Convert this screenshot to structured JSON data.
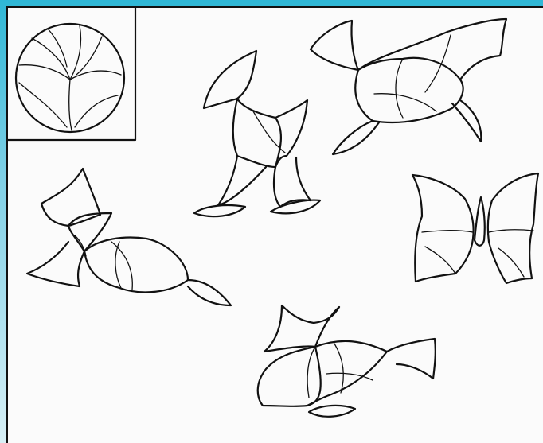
{
  "worksheet": {
    "background_top": "#2fb7d6",
    "background_bottom": "#d8f0f6",
    "paper_color": "#fbfbfb",
    "line_color": "#111111"
  },
  "figures": [
    {
      "name": "circle-pattern-key"
    },
    {
      "name": "kneeling-figure"
    },
    {
      "name": "bird-figure"
    },
    {
      "name": "cat-figure"
    },
    {
      "name": "butterfly-figure"
    },
    {
      "name": "fish-figure"
    }
  ]
}
